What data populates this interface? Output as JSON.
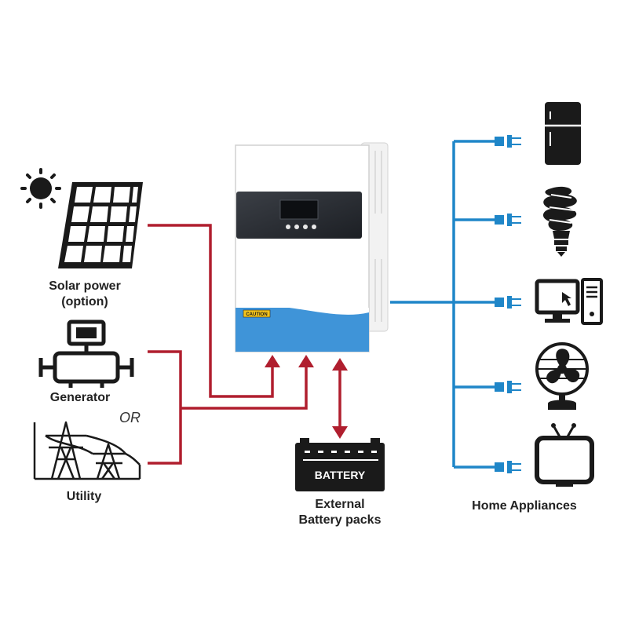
{
  "labels": {
    "solar_line1": "Solar power",
    "solar_line2": "(option)",
    "generator": "Generator",
    "or": "OR",
    "utility": "Utility",
    "battery_line1": "External",
    "battery_line2": "Battery packs",
    "home_appliances": "Home Appliances"
  },
  "battery_text": "BATTERY",
  "inverter": {
    "caution_text": "CAUTION"
  },
  "colors": {
    "input_lines": "#b01e2e",
    "output_lines": "#1f86c8",
    "inverter_body": "#ffffff",
    "inverter_band": "#3f94d8",
    "display_panel": "#141414",
    "icons": "#1a1a1a"
  },
  "icons": {
    "sources": [
      "sun-icon",
      "solar-panel-icon",
      "generator-icon",
      "utility-tower-icon"
    ],
    "storage": [
      "battery-icon"
    ],
    "appliances": [
      "refrigerator-icon",
      "light-bulb-icon",
      "computer-icon",
      "fan-icon",
      "tv-icon"
    ]
  }
}
